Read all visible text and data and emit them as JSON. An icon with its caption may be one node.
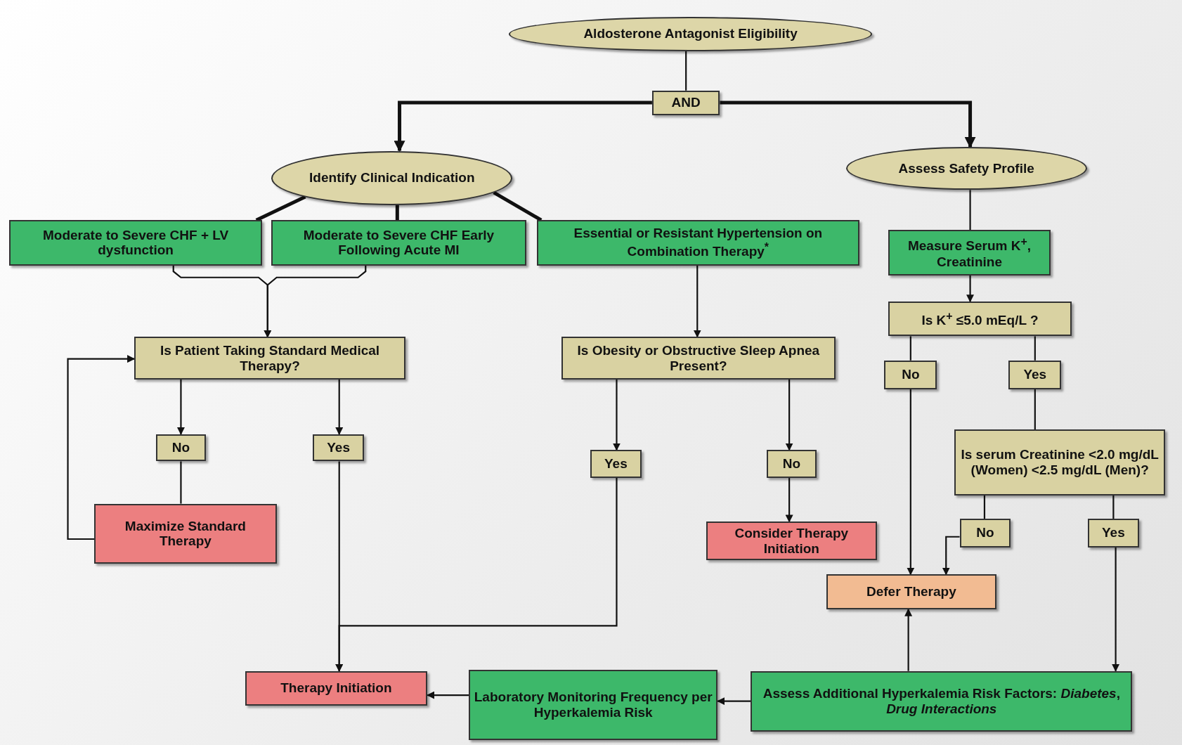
{
  "diagram": {
    "nodes": [
      {
        "text": [
          "Aldosterone Antagonist Eligibility"
        ]
      },
      {
        "text": [
          "AND"
        ]
      },
      {
        "text": [
          "Identify Clinical Indication"
        ]
      },
      {
        "text": [
          "Assess Safety Profile"
        ]
      },
      {
        "text": [
          "Moderate to Severe CHF + LV dysfunction"
        ]
      },
      {
        "text": [
          "Moderate to Severe CHF Early Following Acute MI"
        ]
      },
      {
        "text": [
          "Essential or Resistant Hypertension on Combination Therapy$^{*}$"
        ]
      },
      {
        "text": [
          "Measure Serum K$^{+}$, Creatinine"
        ]
      },
      {
        "text": [
          "Is K$^{+}$ ≤5.0 mEq/L ?"
        ]
      },
      {
        "text": [
          "Is Patient Taking Standard Medical Therapy?"
        ]
      },
      {
        "text": [
          "Is Obesity or Obstructive Sleep Apnea Present?"
        ]
      },
      {
        "text": [
          "No"
        ]
      },
      {
        "text": [
          "Yes"
        ]
      },
      {
        "text": [
          "No"
        ]
      },
      {
        "text": [
          "Yes"
        ]
      },
      {
        "text": [
          "Yes"
        ]
      },
      {
        "text": [
          "No"
        ]
      },
      {
        "text": [
          "Is serum Creatinine <2.0 mg/dL (Women) <2.5 mg/dL (Men)?"
        ]
      },
      {
        "text": [
          "Maximize Standard Therapy"
        ]
      },
      {
        "text": [
          "Consider Therapy Initiation"
        ]
      },
      {
        "text": [
          "No"
        ]
      },
      {
        "text": [
          "Yes"
        ]
      },
      {
        "text": [
          "Defer Therapy"
        ]
      },
      {
        "text": [
          "Therapy Initiation"
        ]
      },
      {
        "text": [
          "Laboratory Monitoring Frequency per Hyperkalemia Risk"
        ]
      },
      {
        "text": [
          "Assess Additional Hyperkalemia Risk Factors: *Diabetes*, *Drug Interactions*"
        ]
      }
    ],
    "edges": [
      {
        "from": 0,
        "to": 1,
        "arrow": "none"
      },
      {
        "from": 1,
        "to": 2,
        "arrow": "to",
        "style": "thick"
      },
      {
        "from": 1,
        "to": 3,
        "arrow": "to",
        "style": "thick"
      },
      {
        "from": 2,
        "to": 4,
        "arrow": "none",
        "style": "thick"
      },
      {
        "from": 2,
        "to": 5,
        "arrow": "none",
        "style": "thick"
      },
      {
        "from": 2,
        "to": 6,
        "arrow": "none",
        "style": "thick"
      },
      {
        "from": 3,
        "to": 7,
        "arrow": "none"
      },
      {
        "from": 7,
        "to": 8,
        "arrow": "to"
      },
      {
        "from": 4,
        "to": 9,
        "arrow": "to"
      },
      {
        "from": 5,
        "to": 9,
        "arrow": "to"
      },
      {
        "from": 6,
        "to": 10,
        "arrow": "to"
      },
      {
        "from": 9,
        "to": 13,
        "arrow": "to"
      },
      {
        "from": 9,
        "to": 14,
        "arrow": "to"
      },
      {
        "from": 13,
        "to": 18,
        "arrow": "none"
      },
      {
        "from": 18,
        "to": 9,
        "arrow": "to"
      },
      {
        "from": 14,
        "to": 23,
        "arrow": "to"
      },
      {
        "from": 10,
        "to": 15,
        "arrow": "to"
      },
      {
        "from": 10,
        "to": 16,
        "arrow": "to"
      },
      {
        "from": 15,
        "to": 23,
        "arrow": "to"
      },
      {
        "from": 16,
        "to": 19,
        "arrow": "to"
      },
      {
        "from": 8,
        "to": 11,
        "arrow": "none"
      },
      {
        "from": 8,
        "to": 12,
        "arrow": "none"
      },
      {
        "from": 11,
        "to": 22,
        "arrow": "to"
      },
      {
        "from": 12,
        "to": 17,
        "arrow": "none"
      },
      {
        "from": 17,
        "to": 20,
        "arrow": "none"
      },
      {
        "from": 17,
        "to": 21,
        "arrow": "none"
      },
      {
        "from": 20,
        "to": 22,
        "arrow": "to"
      },
      {
        "from": 21,
        "to": 25,
        "arrow": "to"
      },
      {
        "from": 25,
        "to": 22,
        "arrow": "to"
      },
      {
        "from": 25,
        "to": 24,
        "arrow": "to"
      },
      {
        "from": 24,
        "to": 23,
        "arrow": "to"
      }
    ]
  }
}
